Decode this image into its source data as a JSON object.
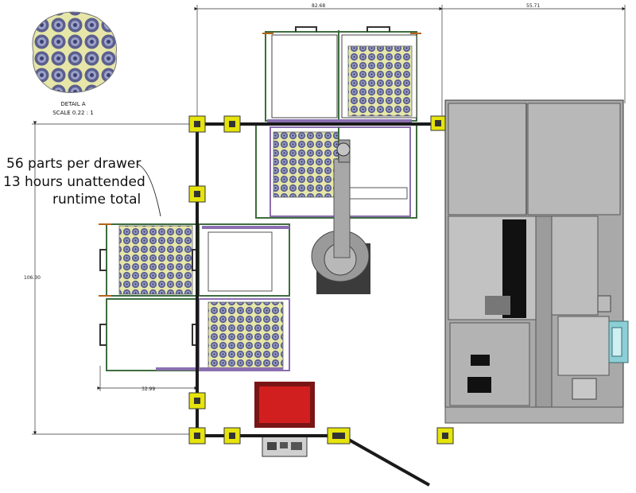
{
  "detail": {
    "title": "DETAIL A",
    "scale": "SCALE 0.22 : 1"
  },
  "callout": {
    "line1": "56 parts per drawer",
    "line2": "13 hours unattended",
    "line3": "runtime total"
  },
  "dimensions": {
    "top_left": "82.68",
    "top_right": "55.71",
    "left_vertical": "106.30",
    "bottom_small": "32.99"
  },
  "colors": {
    "frame": "#1a1a1a",
    "post": "#e6e40c",
    "drawer_fill": "#e6e6a8",
    "part": "#5b5f8e",
    "machine": "#b9b9b9",
    "red_bin": "#d11f1f",
    "rail_purple": "#8a6fb0",
    "rail_green": "#3f6d3f"
  }
}
